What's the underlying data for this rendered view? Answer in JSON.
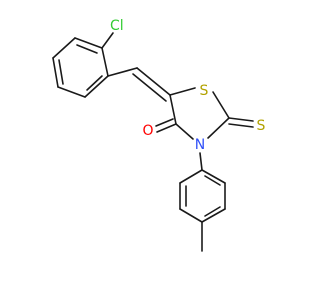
{
  "molecule": {
    "atoms": {
      "chlorine": {
        "symbol": "Cl",
        "color": "#33cc33"
      },
      "ring_sulfur": {
        "symbol": "S",
        "color": "#b2a200"
      },
      "thione_sulfur": {
        "symbol": "S",
        "color": "#b2a200"
      },
      "carbonyl_oxygen": {
        "symbol": "O",
        "color": "#ff0000"
      },
      "ring_nitrogen": {
        "symbol": "N",
        "color": "#3050f8"
      }
    },
    "bond_color": "#1a1a1a"
  }
}
